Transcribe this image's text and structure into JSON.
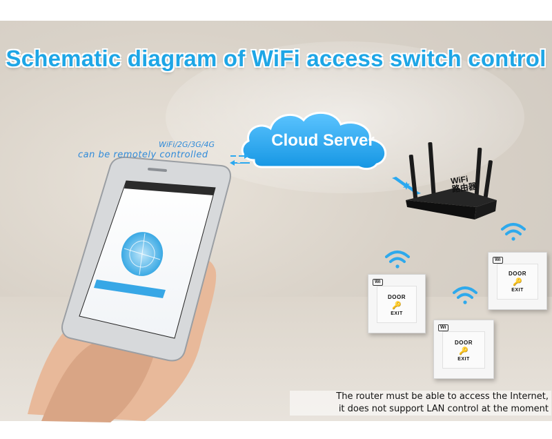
{
  "title": "Schematic diagram of WiFi access switch control",
  "cloud": {
    "label": "Cloud Server"
  },
  "phone": {
    "network_label": "WiFi/2G/3G/4G",
    "remote_label": "can be remotely controlled"
  },
  "router": {
    "label_line1": "WiFi",
    "label_line2": "路由器"
  },
  "switches": [
    {
      "logo": "Wi",
      "door": "DOOR",
      "exit": "EXIT",
      "key": "🔑"
    },
    {
      "logo": "Wi",
      "door": "DOOR",
      "exit": "EXIT",
      "key": "🔑"
    },
    {
      "logo": "Wi",
      "door": "DOOR",
      "exit": "EXIT",
      "key": "🔑"
    }
  ],
  "note": {
    "line1": "The router must be able to access the Internet,",
    "line2": "it does not support LAN control at the moment"
  },
  "colors": {
    "accent": "#1ea6e6",
    "cloud": "#2aa8f0",
    "text_blue": "#2f8ad9"
  },
  "icons": [
    "cloud-icon",
    "wifi-signal-icon",
    "router-icon",
    "smartphone-icon",
    "hand-icon",
    "key-icon",
    "double-arrow-icon"
  ]
}
